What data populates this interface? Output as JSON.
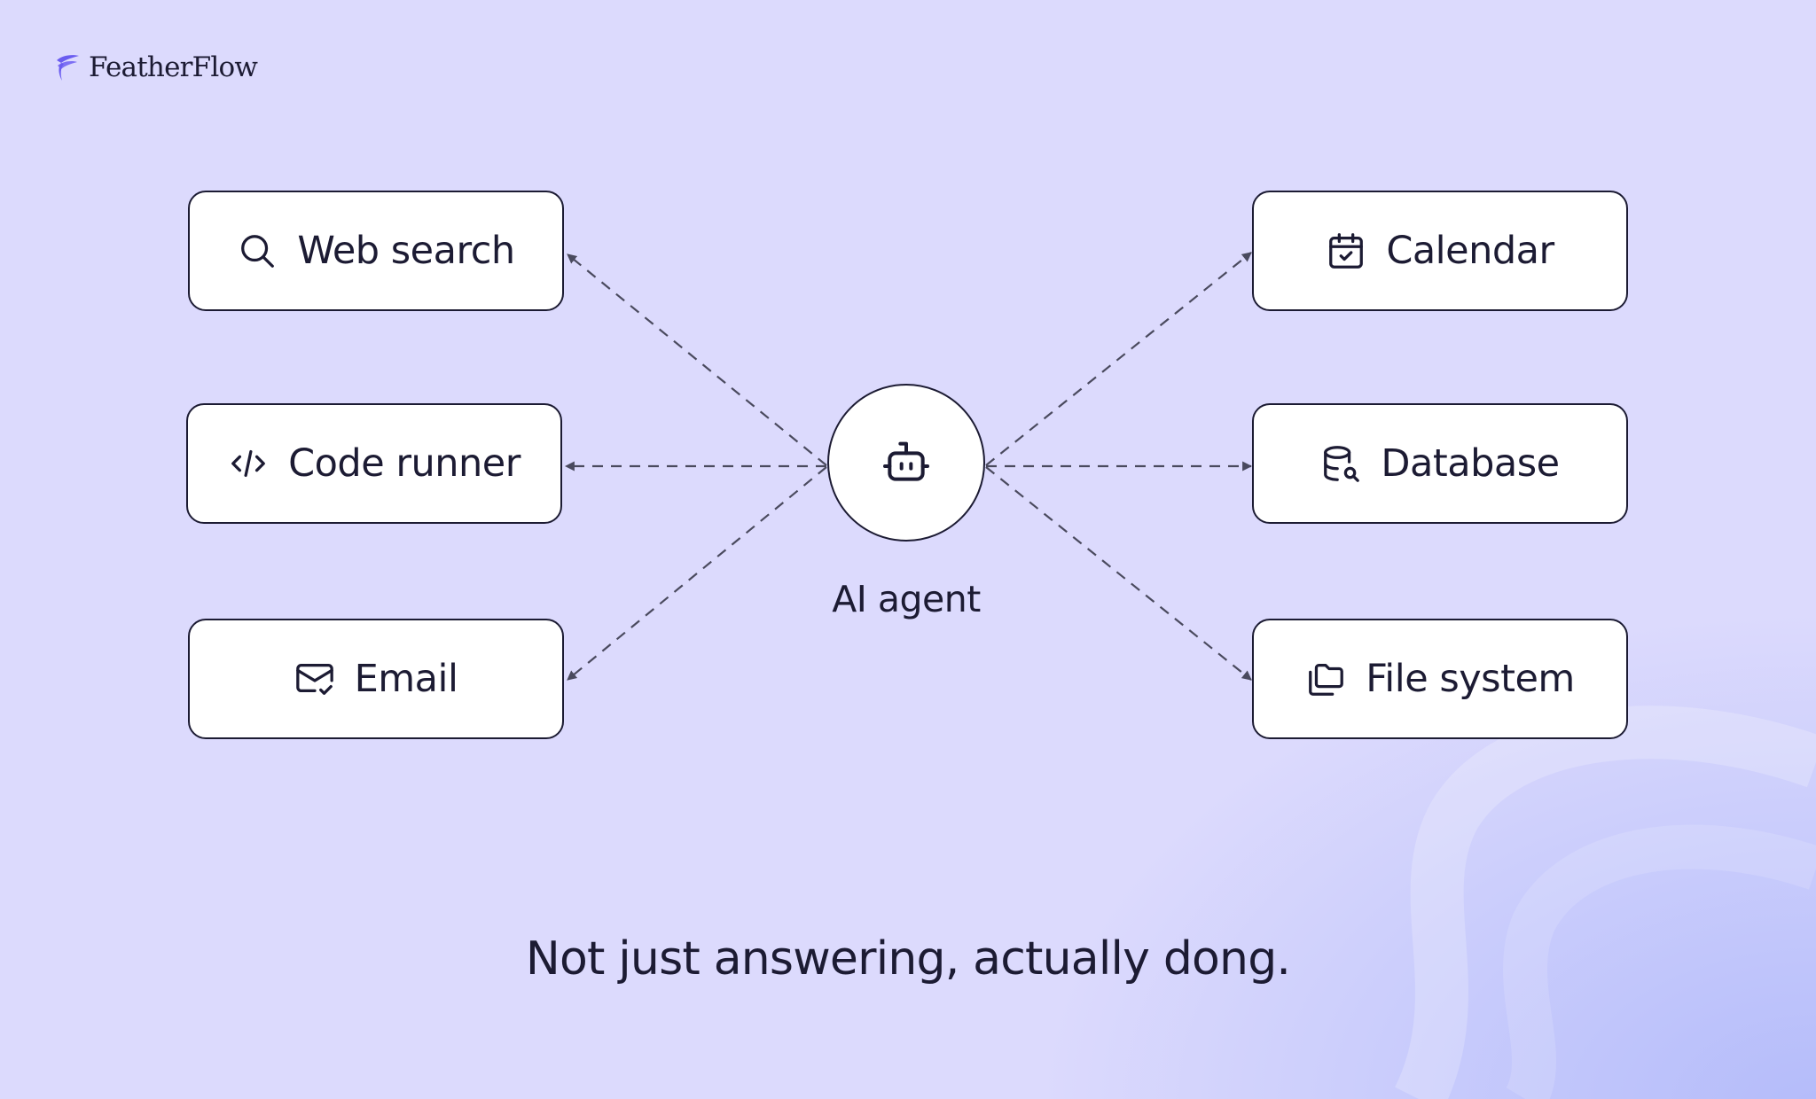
{
  "brand": {
    "name": "FeatherFlow",
    "logo_icon": "feather-logo-icon",
    "accent_color": "#6a5cf0"
  },
  "agent": {
    "label": "AI agent",
    "icon": "robot-icon"
  },
  "tools": {
    "left": [
      {
        "label": "Web search",
        "icon": "search-icon"
      },
      {
        "label": "Code runner",
        "icon": "code-icon"
      },
      {
        "label": "Email",
        "icon": "mail-check-icon"
      }
    ],
    "right": [
      {
        "label": "Calendar",
        "icon": "calendar-check-icon"
      },
      {
        "label": "Database",
        "icon": "database-search-icon"
      },
      {
        "label": "File system",
        "icon": "folders-icon"
      }
    ]
  },
  "tagline": "Not just answering, actually dong.",
  "colors": {
    "background": "#dcdafd",
    "ink": "#1c1b33",
    "card": "#ffffff",
    "connector": "#4a4a5e"
  }
}
